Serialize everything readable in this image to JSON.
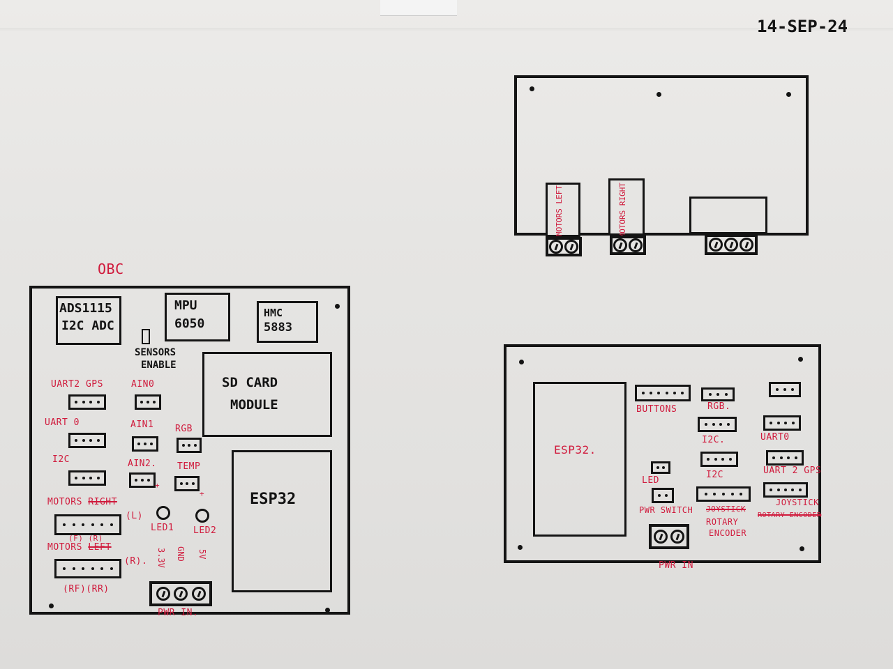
{
  "date": "14-SEP-24",
  "obc": {
    "title": "OBC",
    "ads_line1": "ADS1115",
    "ads_line2": "I2C ADC",
    "mpu_line1": "MPU",
    "mpu_line2": "6050",
    "hmc_line1": "HMC",
    "hmc_line2": "5883",
    "sensors_line1": "SENSORS",
    "sensors_line2": "ENABLE",
    "sd_line1": "SD CARD",
    "sd_line2": "MODULE",
    "esp32": "ESP32",
    "uart2_gps": "UART2 GPS",
    "ain0": "AIN0",
    "uart0": "UART 0",
    "ain1": "AIN1",
    "rgb": "RGB",
    "i2c": "I2C",
    "ain2": "AIN2.",
    "temp": "TEMP",
    "motors1_prefix": "MOTORS",
    "motors1_struck": "RIGHT",
    "motors1_suffix": "(L)",
    "motors1_sub": "(F) (R)",
    "motors2_prefix": "MOTORS",
    "motors2_struck": "LEFT",
    "motors2_suffix": "(R).",
    "motors2_sub": "(RF)(RR)",
    "led1": "LED1",
    "led2": "LED2",
    "pwr_v33": "3.3V",
    "pwr_gnd": "GND",
    "pwr_5v": "5V",
    "pwr_in": "PWR IN."
  },
  "side_view": {
    "motors_left": "MOTORS LEFT",
    "motors_right": "MOTORS RIGHT"
  },
  "controller": {
    "esp32": "ESP32.",
    "buttons": "BUTTONS",
    "rgb": "RGB.",
    "i2c_a": "I2C.",
    "uart0": "UART0",
    "i2c_b": "I2C",
    "uart2_gps": "UART 2 GPS",
    "led": "LED",
    "pwr_switch": "PWR SWITCH",
    "rotary_struck": "JOYSTICK",
    "rotary_line1": "ROTARY",
    "rotary_line2": "ENCODER",
    "joystick": "JOYSTICK",
    "joystick_struck": "ROTARY ENCODER",
    "pwr_in": "PWR IN"
  }
}
